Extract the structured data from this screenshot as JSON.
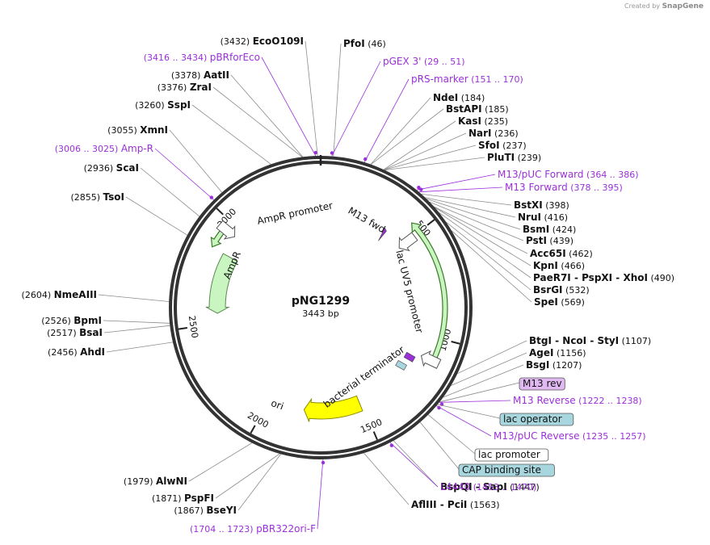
{
  "credit": {
    "prefix": "Created by",
    "brand": "SnapGene"
  },
  "plasmid": {
    "name": "pNG1299",
    "length": 3443,
    "length_label": "3443 bp"
  },
  "colors": {
    "enzyme_line": "#8c8c8c",
    "primer": "#9b30d9",
    "feature_outline": "#3c7a2a",
    "promoter_fill": "#c8f5c0",
    "ori_fill": "#ffff00",
    "box_primer": "#e0b8f2",
    "box_operator": "#a8d6df",
    "box_cap": "#a8d6df"
  },
  "ticks": [
    {
      "bp": 500,
      "label": "500"
    },
    {
      "bp": 1000,
      "label": "1000"
    },
    {
      "bp": 1500,
      "label": "1500"
    },
    {
      "bp": 2000,
      "label": "2000"
    },
    {
      "bp": 2500,
      "label": "2500"
    },
    {
      "bp": 3000,
      "label": "3000"
    }
  ],
  "features": [
    {
      "name": "AmpR promoter",
      "label": "AmpR promoter",
      "start": 2862,
      "end": 2966,
      "type": "promoter"
    },
    {
      "name": "AmpR",
      "label": "AmpR",
      "start": 2552,
      "end": 2860,
      "type": "cds"
    },
    {
      "name": "ori",
      "label": "ori",
      "start": 1510,
      "end": 1810,
      "type": "ori"
    },
    {
      "name": "lac UV5 promoter",
      "label": "lac UV5 promoter",
      "start": 450,
      "end": 1100,
      "type": "promoter"
    },
    {
      "name": "M13 fwd",
      "label": "M13 fwd",
      "start": 380,
      "end": 395,
      "type": "primer"
    },
    {
      "name": "bacterial terminator",
      "label": "bacterial terminator",
      "start": 1150,
      "end": 1260,
      "type": "terminator"
    }
  ],
  "left_labels": [
    {
      "pos": "(3432)",
      "name": "EcoO109I",
      "site": 3432,
      "kind": "enzyme"
    },
    {
      "pos": "(3416 .. 3434)",
      "name": "pBRforEco",
      "site": 3425,
      "kind": "primer"
    },
    {
      "pos": "(3378)",
      "name": "AatII",
      "site": 3378,
      "kind": "enzyme"
    },
    {
      "pos": "(3376)",
      "name": "ZraI",
      "site": 3376,
      "kind": "enzyme"
    },
    {
      "pos": "(3260)",
      "name": "SspI",
      "site": 3260,
      "kind": "enzyme"
    },
    {
      "pos": "(3055)",
      "name": "XmnI",
      "site": 3055,
      "kind": "enzyme"
    },
    {
      "pos": "(3006 .. 3025)",
      "name": "Amp-R",
      "site": 3015,
      "kind": "primer"
    },
    {
      "pos": "(2936)",
      "name": "ScaI",
      "site": 2936,
      "kind": "enzyme"
    },
    {
      "pos": "(2855)",
      "name": "TsoI",
      "site": 2855,
      "kind": "enzyme"
    },
    {
      "pos": "(2604)",
      "name": "NmeAIII",
      "site": 2604,
      "kind": "enzyme"
    },
    {
      "pos": "(2526)",
      "name": "BpmI",
      "site": 2526,
      "kind": "enzyme"
    },
    {
      "pos": "(2517)",
      "name": "BsaI",
      "site": 2517,
      "kind": "enzyme"
    },
    {
      "pos": "(2456)",
      "name": "AhdI",
      "site": 2456,
      "kind": "enzyme"
    },
    {
      "pos": "(1979)",
      "name": "AlwNI",
      "site": 1979,
      "kind": "enzyme"
    },
    {
      "pos": "(1871)",
      "name": "PspFI",
      "site": 1871,
      "kind": "enzyme"
    },
    {
      "pos": "(1867)",
      "name": "BseYI",
      "site": 1867,
      "kind": "enzyme"
    },
    {
      "pos": "(1704 .. 1723)",
      "name": "pBR322ori-F",
      "site": 1713,
      "kind": "primer"
    }
  ],
  "right_labels": [
    {
      "pos": "(46)",
      "name": "PfoI",
      "site": 46,
      "kind": "enzyme"
    },
    {
      "pos": "(29 .. 51)",
      "name": "pGEX 3'",
      "site": 40,
      "kind": "primer"
    },
    {
      "pos": "(151 .. 170)",
      "name": "pRS-marker",
      "site": 160,
      "kind": "primer"
    },
    {
      "pos": "(184)",
      "name": "NdeI",
      "site": 184,
      "kind": "enzyme"
    },
    {
      "pos": "(185)",
      "name": "BstAPI",
      "site": 185,
      "kind": "enzyme"
    },
    {
      "pos": "(235)",
      "name": "KasI",
      "site": 235,
      "kind": "enzyme"
    },
    {
      "pos": "(236)",
      "name": "NarI",
      "site": 236,
      "kind": "enzyme"
    },
    {
      "pos": "(237)",
      "name": "SfoI",
      "site": 237,
      "kind": "enzyme"
    },
    {
      "pos": "(239)",
      "name": "PluTI",
      "site": 239,
      "kind": "enzyme"
    },
    {
      "pos": "(364 .. 386)",
      "name": "M13/pUC Forward",
      "site": 375,
      "kind": "primer"
    },
    {
      "pos": "(378 .. 395)",
      "name": "M13 Forward",
      "site": 386,
      "kind": "primer"
    },
    {
      "pos": "(398)",
      "name": "BstXI",
      "site": 398,
      "kind": "enzyme"
    },
    {
      "pos": "(416)",
      "name": "NruI",
      "site": 416,
      "kind": "enzyme"
    },
    {
      "pos": "(424)",
      "name": "BsmI",
      "site": 424,
      "kind": "enzyme"
    },
    {
      "pos": "(439)",
      "name": "PstI",
      "site": 439,
      "kind": "enzyme"
    },
    {
      "pos": "(462)",
      "name": "Acc65I",
      "site": 462,
      "kind": "enzyme"
    },
    {
      "pos": "(466)",
      "name": "KpnI",
      "site": 466,
      "kind": "enzyme"
    },
    {
      "pos": "(490)",
      "name": "PaeR7I - PspXI - XhoI",
      "site": 490,
      "kind": "enzyme"
    },
    {
      "pos": "(532)",
      "name": "BsrGI",
      "site": 532,
      "kind": "enzyme"
    },
    {
      "pos": "(569)",
      "name": "SpeI",
      "site": 569,
      "kind": "enzyme"
    },
    {
      "pos": "(1107)",
      "name": "BtgI - NcoI - StyI",
      "site": 1107,
      "kind": "enzyme"
    },
    {
      "pos": "(1156)",
      "name": "AgeI",
      "site": 1156,
      "kind": "enzyme"
    },
    {
      "pos": "(1207)",
      "name": "BsgI",
      "site": 1207,
      "kind": "enzyme"
    },
    {
      "pos": "",
      "name": "M13 rev",
      "site": 1228,
      "kind": "box_primer"
    },
    {
      "pos": "(1222 .. 1238)",
      "name": "M13 Reverse",
      "site": 1230,
      "kind": "primer"
    },
    {
      "pos": "",
      "name": "lac operator",
      "site": 1240,
      "kind": "box_operator"
    },
    {
      "pos": "(1235 .. 1257)",
      "name": "M13/pUC Reverse",
      "site": 1246,
      "kind": "primer"
    },
    {
      "pos": "",
      "name": "lac promoter",
      "site": 1290,
      "kind": "box_plain"
    },
    {
      "pos": "",
      "name": "CAP binding site",
      "site": 1330,
      "kind": "box_cap"
    },
    {
      "pos": "(1447)",
      "name": "BspQI - SapI",
      "site": 1447,
      "kind": "enzyme"
    },
    {
      "pos": "(1453 .. 1470)",
      "name": "L4440",
      "site": 1461,
      "kind": "primer"
    },
    {
      "pos": "(1563)",
      "name": "AflIII - PciI",
      "site": 1563,
      "kind": "enzyme"
    }
  ]
}
